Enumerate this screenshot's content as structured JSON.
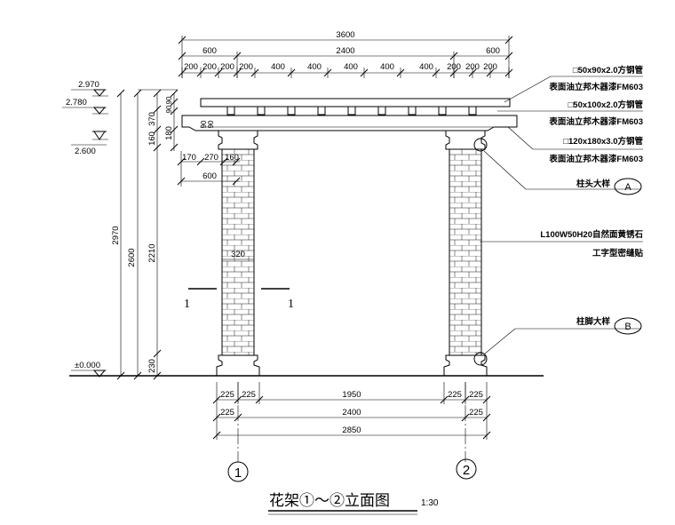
{
  "top_dims": {
    "overall": "3600",
    "seg_left": "600",
    "seg_mid": "2400",
    "seg_right": "600",
    "ticks": [
      "200",
      "200",
      "200",
      "200",
      "400",
      "400",
      "400",
      "400",
      "400",
      "200",
      "200",
      "200",
      "200"
    ]
  },
  "levels": {
    "l1": "2.970",
    "l2": "2.780",
    "l3": "2.600",
    "l4": "±0.000"
  },
  "left_dims": {
    "total": "2970",
    "col": "2600",
    "shaft": "2210",
    "base": "230",
    "top_a": "370",
    "top_b": "180",
    "top_c": "90",
    "top_d": "90",
    "top_e": "160"
  },
  "cap_dims": {
    "a": "170",
    "b": "270",
    "c": "160",
    "total": "600",
    "beam": "90",
    "beam2": "90",
    "col_width": "320"
  },
  "notes": {
    "n1": "□50x90x2.0方钢管",
    "n2": "表面油立邦木器漆FM603",
    "n3": "□50x100x2.0方钢管",
    "n4": "表面油立邦木器漆FM603",
    "n5": "□120x180x3.0方钢管",
    "n6": "表面油立邦木器漆FM603",
    "n7": "柱头大样",
    "n8": "L100W50H20自然面黄锈石",
    "n9": "工字型密缝贴",
    "n10": "柱脚大样"
  },
  "callouts": {
    "a": "A",
    "b": "B"
  },
  "section": {
    "left": "1",
    "right": "1"
  },
  "bottom_dims": {
    "r1a": "225",
    "r1b": "225",
    "r1c": "1950",
    "r1d": "225",
    "r1e": "225",
    "r2a": "225",
    "r2b": "2400",
    "r2c": "225",
    "r3": "2850"
  },
  "axes": {
    "a1": "1",
    "a2": "2"
  },
  "title": {
    "main": "花架①～②立面图",
    "scale": "1:30"
  }
}
